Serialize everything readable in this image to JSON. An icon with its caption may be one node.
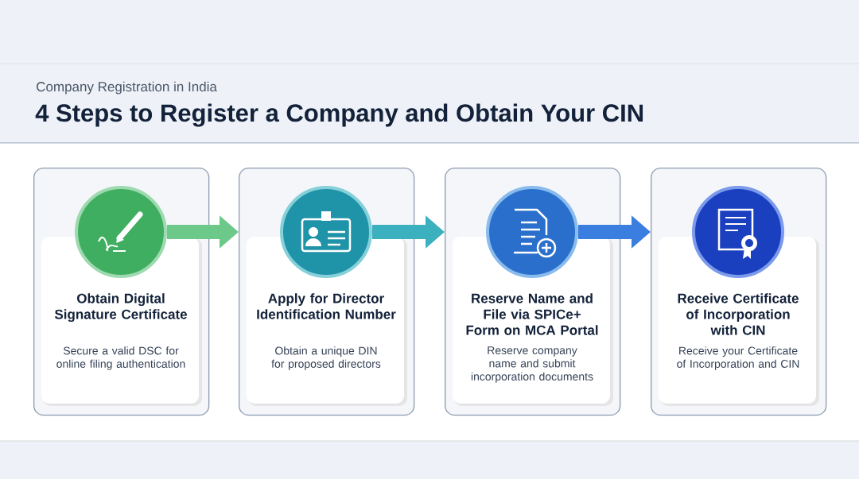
{
  "diagram": {
    "title": "4 Steps to Register a Company and Obtain Your CIN",
    "nodes": [
      {
        "text": [
          "Obtain Digital Signature Certificate",
          "Secure a valid DSC for online filing authentication"
        ]
      },
      {
        "text": [],
        "shape": "circle",
        "in": 0
      },
      {
        "text": [
          "Apply for Director Identification Number",
          "Obtain a unique DIN for proposed directors"
        ]
      },
      {
        "text": [],
        "shape": "circle",
        "in": 2
      },
      {
        "text": [
          "Reserve Name and File via SPICe+ Form on MCA Portal",
          "Reserve company name and submit incorporation documents"
        ]
      },
      {
        "text": [],
        "shape": "circle",
        "in": 4
      },
      {
        "text": [
          "Receive Certificate of Incorporation with CIN",
          "Receive your Certificate of Incorporation and CIN"
        ]
      },
      {
        "text": [],
        "shape": "circle",
        "in": 6
      }
    ],
    "edges": [
      {
        "from": 1,
        "to": 2,
        "arrow": "to",
        "color": "#6cc98a"
      },
      {
        "from": 3,
        "to": 4,
        "arrow": "to",
        "color": "#3bb0bf"
      },
      {
        "from": 5,
        "to": 6,
        "arrow": "to",
        "color": "#3a7ee0"
      }
    ],
    "labels": [
      "Company Registration in India"
    ]
  }
}
